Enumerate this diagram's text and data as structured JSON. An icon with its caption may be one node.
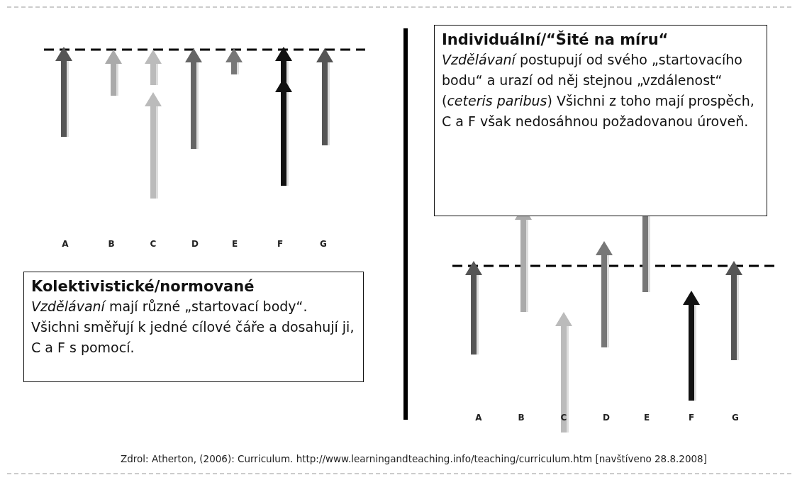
{
  "diagram": {
    "caption": "Zdrol: Atherton, (2006): Curriculum. http://www.learningandteaching.info/teaching/curriculum.htm [navštíveno 28.8.2008]",
    "nodes": [
      {
        "text": [
          "Kolektivistické/normované",
          "*Vzdělávaní* mají různé „startovací body“. Všichni směřují k jedné cílové čáře a dosahují ji, C a F s pomocí."
        ]
      },
      {
        "text": [
          "Individuální/“Šité na míru“",
          "*Vzdělávaní* postupují od svého „startovacího bodu“ a urazí od něj stejnou „vzdálenost“ (*ceteris paribus*) Všichni z toho mají prospěch, C a F však nedosáhnou požadovanou úroveň."
        ]
      }
    ],
    "edges": [],
    "labels": [
      "A",
      "B",
      "C",
      "D",
      "E",
      "F",
      "G",
      "A",
      "B",
      "C",
      "D",
      "E",
      "F",
      "G"
    ]
  }
}
